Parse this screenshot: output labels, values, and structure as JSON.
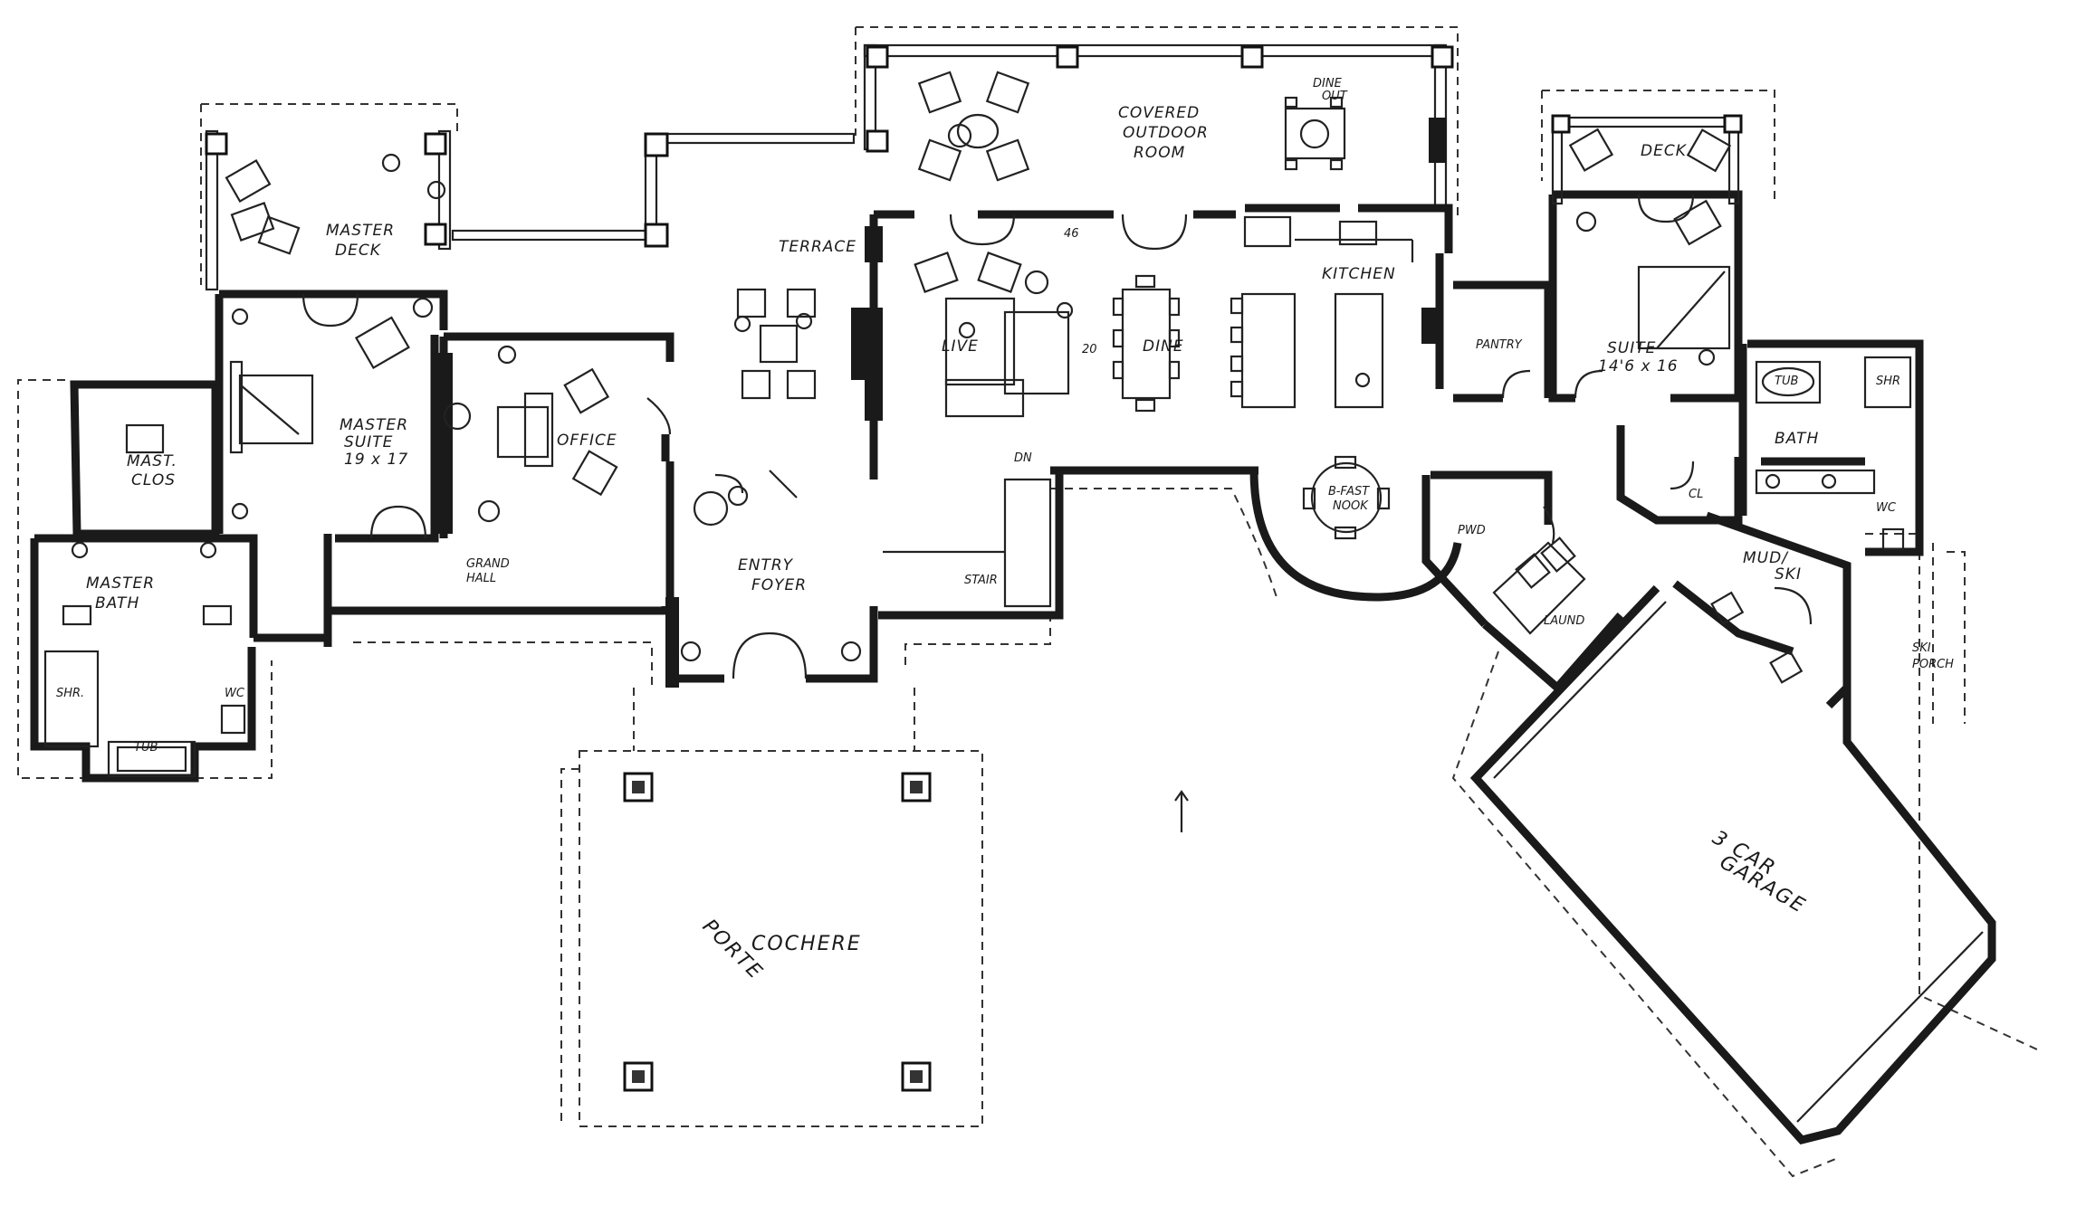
{
  "rooms": {
    "master_deck": [
      "MASTER",
      "DECK"
    ],
    "master_suite": [
      "MASTER",
      "SUITE",
      "19 x 17"
    ],
    "mast_clos": [
      "MAST.",
      "CLOS"
    ],
    "master_bath": [
      "MASTER",
      "BATH"
    ],
    "shr_left": "SHR.",
    "tub_left": "TUB",
    "wc_left": "WC",
    "office": "OFFICE",
    "grand_hall": [
      "GRAND",
      "HALL"
    ],
    "terrace": "TERRACE",
    "entry_foyer": [
      "ENTRY",
      "FOYER"
    ],
    "covered_outdoor": [
      "COVERED",
      "OUTDOOR",
      "ROOM"
    ],
    "dine_out": [
      "DINE",
      "OUT"
    ],
    "live": "LIVE",
    "dine": "DINE",
    "kitchen": "KITCHEN",
    "bfast_nook": [
      "B-FAST",
      "NOOK"
    ],
    "pantry": "PANTRY",
    "pwd": "PWD",
    "laund": "LAUND",
    "suite": [
      "SUITE",
      "14'6 x 16"
    ],
    "deck_right": "DECK",
    "tub_right": "TUB",
    "shr_right": "SHR",
    "bath_right": "BATH",
    "wc_right": "WC",
    "cl": "CL",
    "mud_ski": [
      "MUD/",
      "SKI"
    ],
    "ski_porch": [
      "SKI",
      "PORCH"
    ],
    "garage": [
      "3 CAR",
      "GARAGE"
    ],
    "porte_cochere": [
      "PORTE",
      "COCHERE"
    ],
    "stair": [
      "STAIR",
      "DN"
    ],
    "dim_left": "20",
    "dim_right": "46"
  },
  "colors": {
    "ink": "#1a1a1a",
    "paper": "#ffffff"
  }
}
